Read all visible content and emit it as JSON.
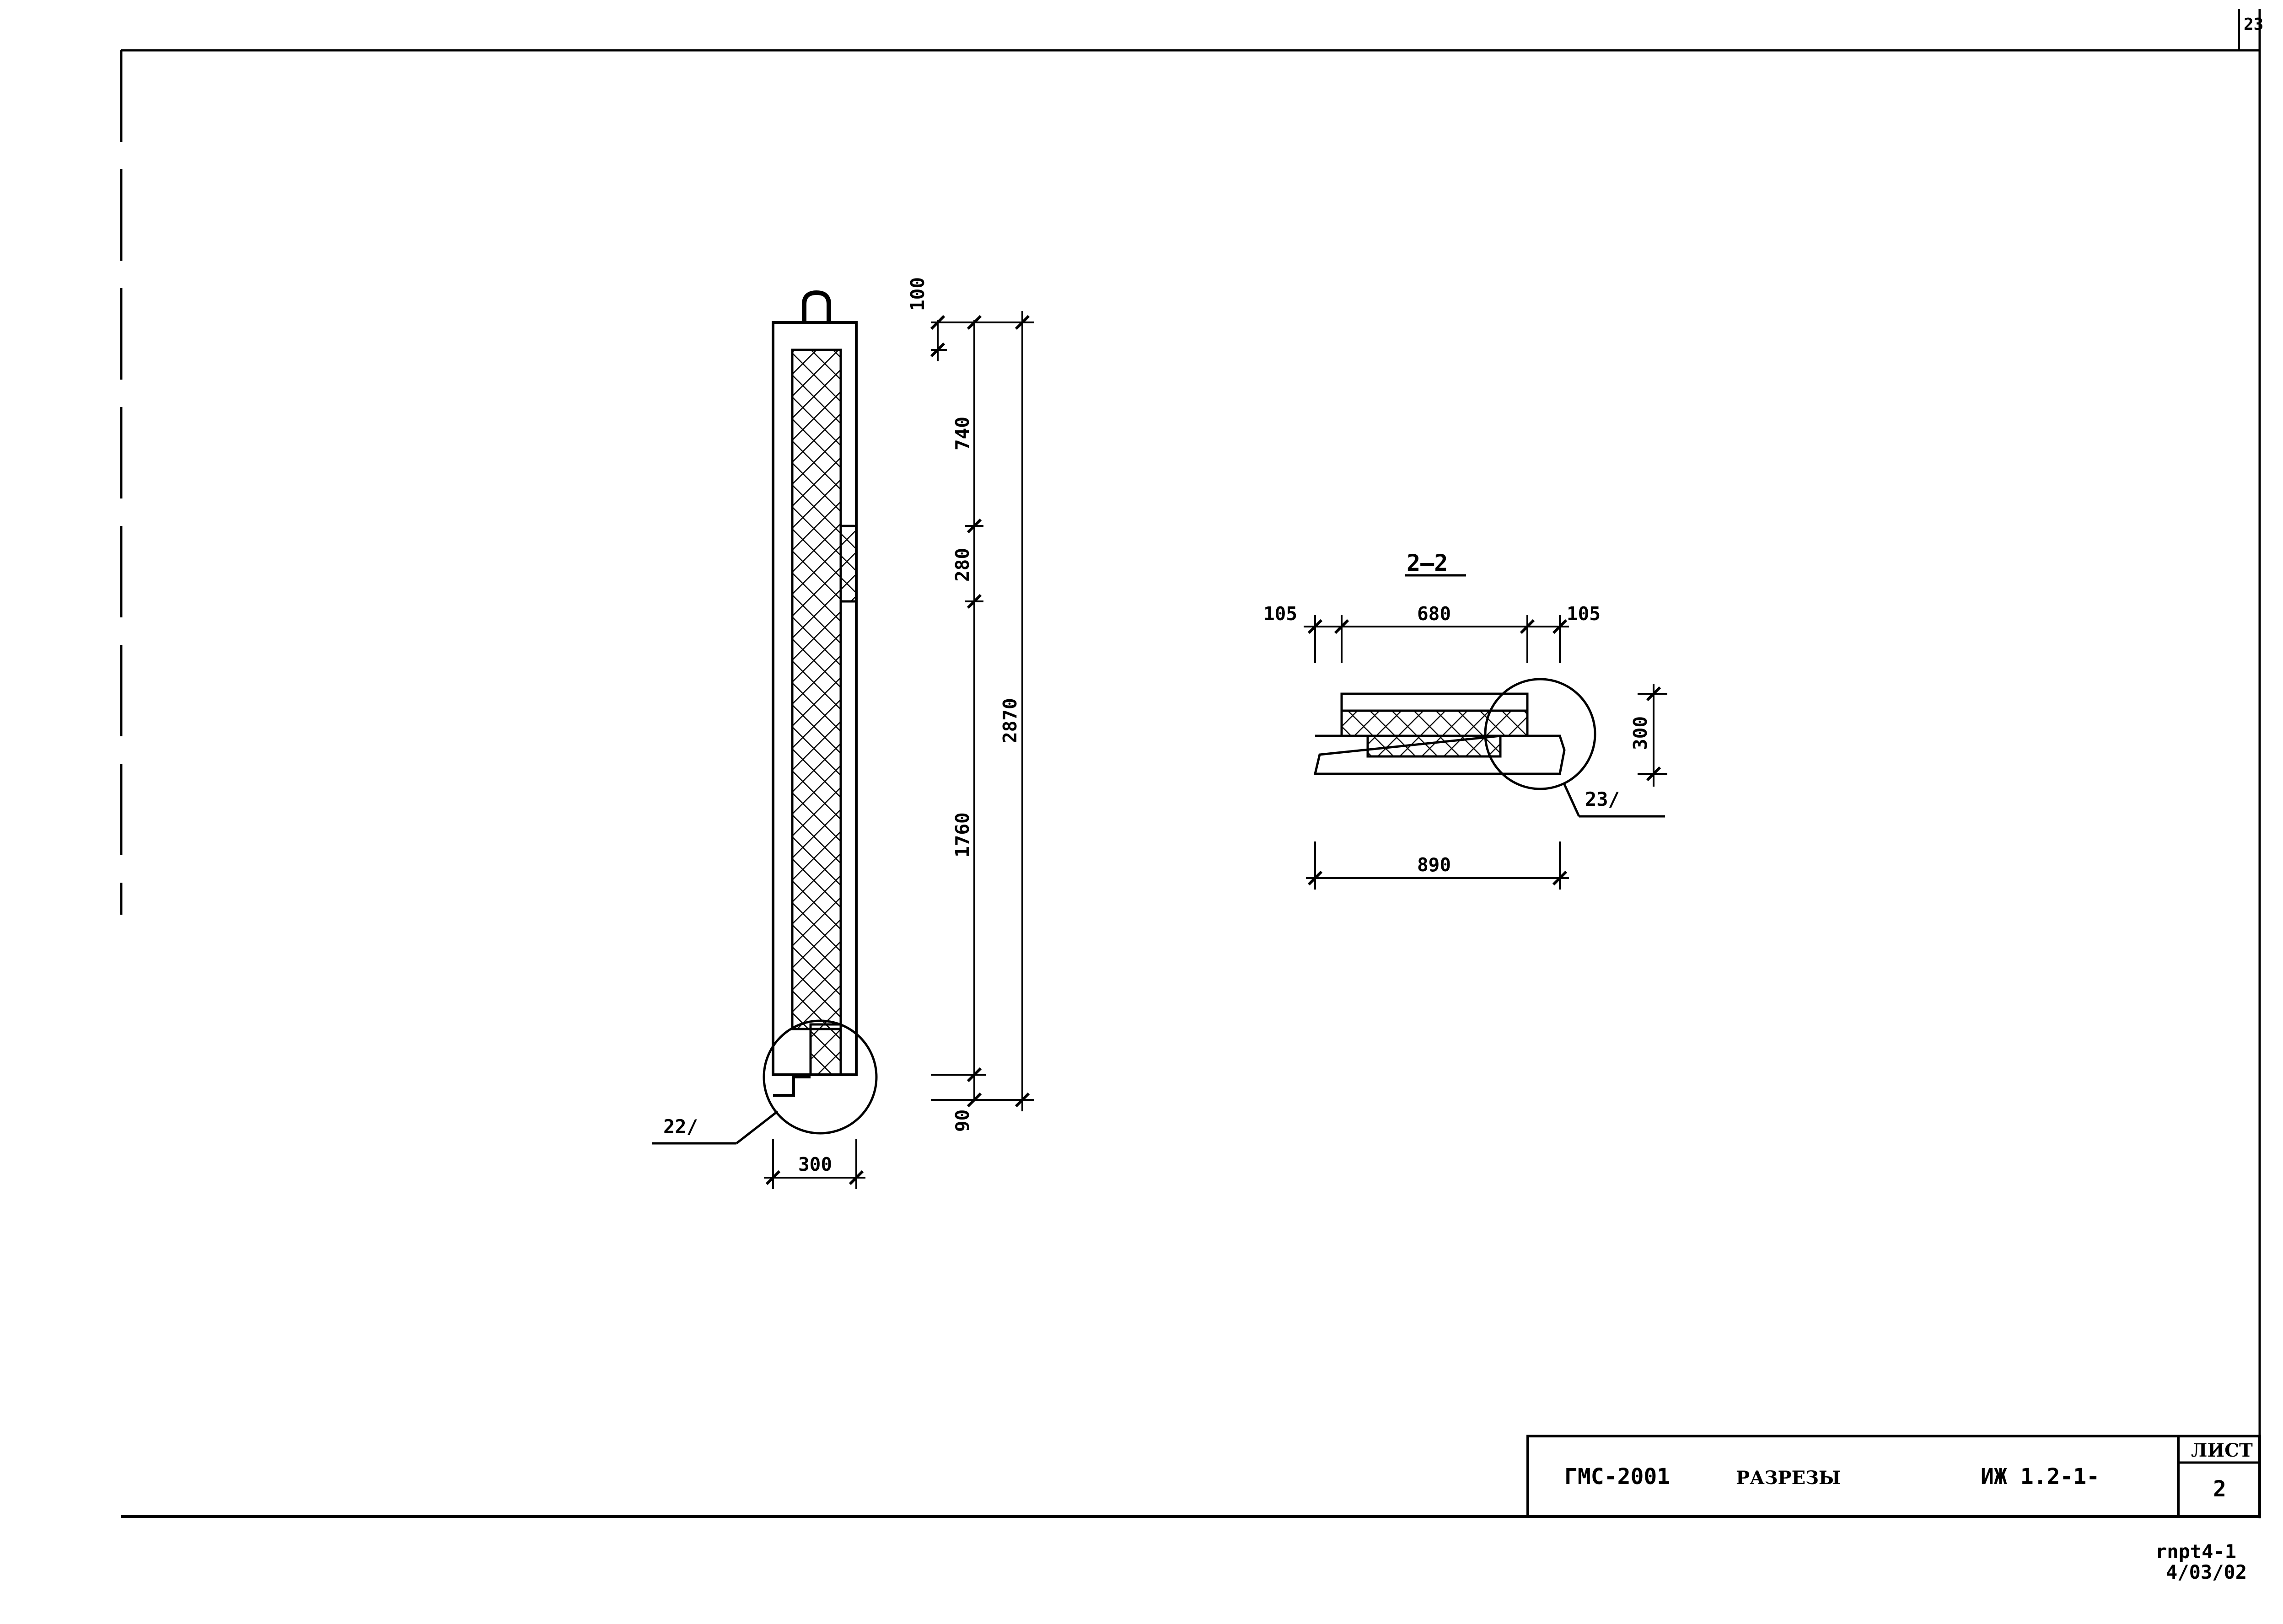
{
  "corner_mark": "23",
  "elevation": {
    "width_dim": "300",
    "top_dim": "100",
    "seg_dims": [
      "740",
      "280",
      "1760"
    ],
    "bottom_dim": "90",
    "total_dim": "2870",
    "callout": "22/"
  },
  "section": {
    "title": "2–2",
    "dim_left": "105",
    "dim_mid": "680",
    "dim_right": "105",
    "dim_height": "300",
    "dim_total": "890",
    "callout": "23/"
  },
  "title_block": {
    "code": "ГМС-2001",
    "sheet_title": "РАЗРЕЗЫ",
    "doc_number": "ИЖ 1.2-1-",
    "sheet_label": "ЛИСТ",
    "sheet_number": "2"
  },
  "footer": {
    "line1": "rnpt4-1",
    "line2": "4/03/02"
  }
}
